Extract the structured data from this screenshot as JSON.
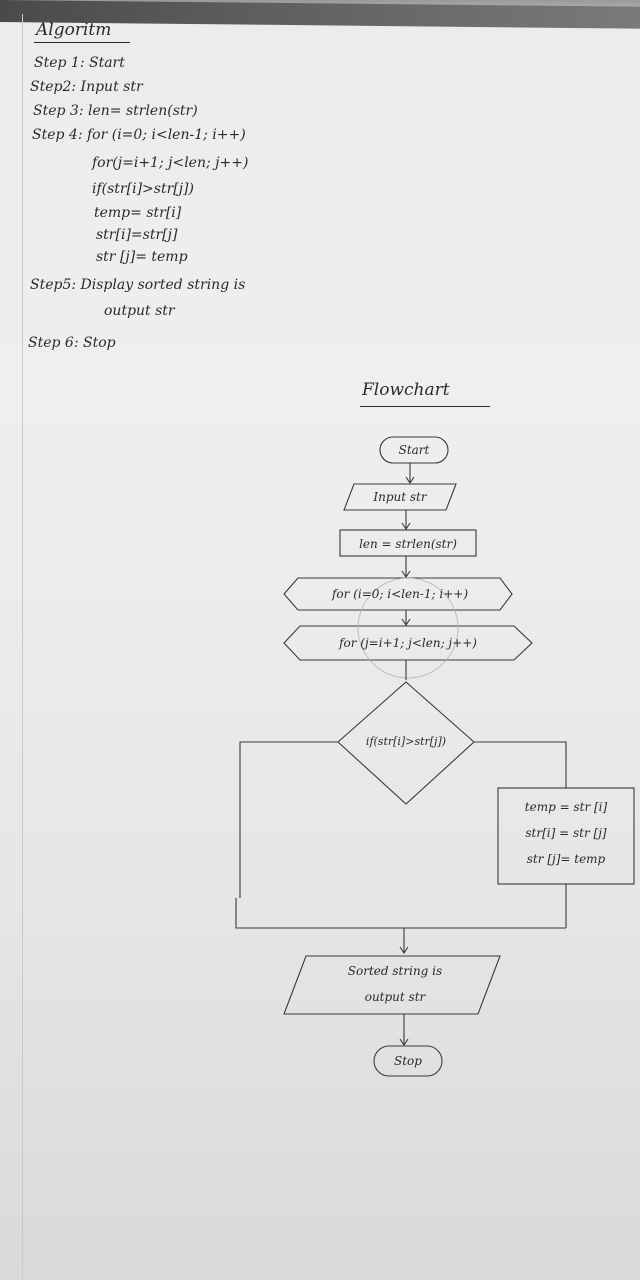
{
  "algorithm": {
    "heading": "Algoritm",
    "steps": [
      "Step 1: Start",
      "Step2: Input str",
      "Step 3: len= strlen(str)",
      "Step 4: for (i=0; i<len-1; i++)",
      "for(j=i+1; j<len; j++)",
      "if(str[i]>str[j])",
      "temp= str[i]",
      "str[i]=str[j]",
      "str [j]= temp",
      "Step5: Display sorted string is",
      "output str",
      "Step 6: Stop"
    ]
  },
  "flowchart": {
    "heading": "Flowchart",
    "start": "Start",
    "input": "Input str",
    "len": "len = strlen(str)",
    "outer_loop": "for (i=0; i<len-1; i++)",
    "inner_loop": "for (j=i+1; j<len; j++)",
    "condition": "if(str[i]>str[j])",
    "swap_1": "temp = str [i]",
    "swap_2": "str[i] = str [j]",
    "swap_3": "str [j]= temp",
    "output_1": "Sorted string is",
    "output_2": "output str",
    "stop": "Stop"
  }
}
